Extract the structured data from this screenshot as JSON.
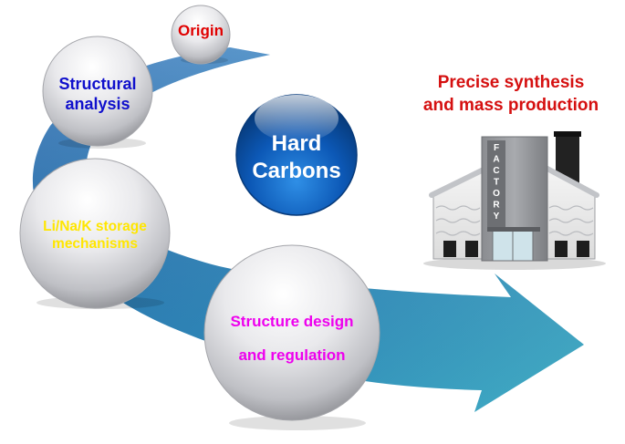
{
  "nodes": {
    "origin": {
      "text": "Origin",
      "color": "#e00000"
    },
    "structural_analysis": {
      "line1": "Structural",
      "line2": "analysis",
      "color": "#1010cc"
    },
    "storage_mechanisms": {
      "line1": "Li/Na/K storage",
      "line2": "mechanisms",
      "color": "#ffe600"
    },
    "structure_design": {
      "line1": "Structure design",
      "line2": "and regulation",
      "color": "#ee00ee"
    }
  },
  "center": {
    "line1": "Hard",
    "line2": "Carbons",
    "color": "#ffffff",
    "sphere_color": "#0a4fae"
  },
  "goal": {
    "line1": "Precise synthesis",
    "line2": "and mass production",
    "color": "#d51010"
  },
  "factory": {
    "sign": "FACTORY"
  },
  "arrow": {
    "color_dark": "#1f73b3",
    "color_light": "#44b6d2"
  }
}
